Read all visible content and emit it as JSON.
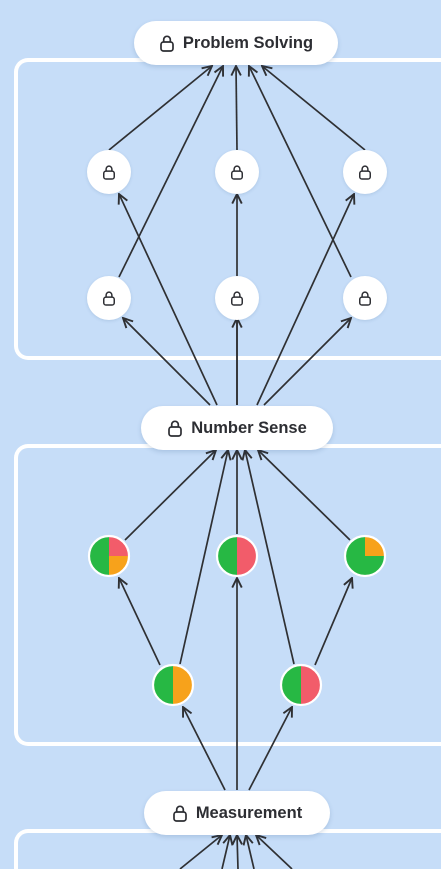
{
  "colors": {
    "background": "#c6ddf8",
    "box_border": "#ffffff",
    "edge": "#2f3033",
    "mastered": "#27b844",
    "struggling": "#f25c6a",
    "in_progress": "#f7a21b"
  },
  "sections": [
    {
      "title": "Problem Solving",
      "icon": "lock-icon",
      "skills": [
        {
          "icon": "lock-icon",
          "status": "locked"
        },
        {
          "icon": "lock-icon",
          "status": "locked"
        },
        {
          "icon": "lock-icon",
          "status": "locked"
        },
        {
          "icon": "lock-icon",
          "status": "locked"
        },
        {
          "icon": "lock-icon",
          "status": "locked"
        },
        {
          "icon": "lock-icon",
          "status": "locked"
        }
      ]
    },
    {
      "title": "Number Sense",
      "icon": "lock-icon",
      "skills": [
        {
          "icon": "progress-pie",
          "mastered": 0.5,
          "struggling": 0.25,
          "in_progress": 0.25
        },
        {
          "icon": "progress-pie",
          "mastered": 0.5,
          "struggling": 0.5,
          "in_progress": 0
        },
        {
          "icon": "progress-pie",
          "mastered": 0.75,
          "struggling": 0,
          "in_progress": 0.25
        },
        {
          "icon": "progress-pie",
          "mastered": 0.5,
          "struggling": 0,
          "in_progress": 0.5
        },
        {
          "icon": "progress-pie",
          "mastered": 0.5,
          "struggling": 0.5,
          "in_progress": 0
        }
      ]
    },
    {
      "title": "Measurement",
      "icon": "lock-icon"
    }
  ]
}
